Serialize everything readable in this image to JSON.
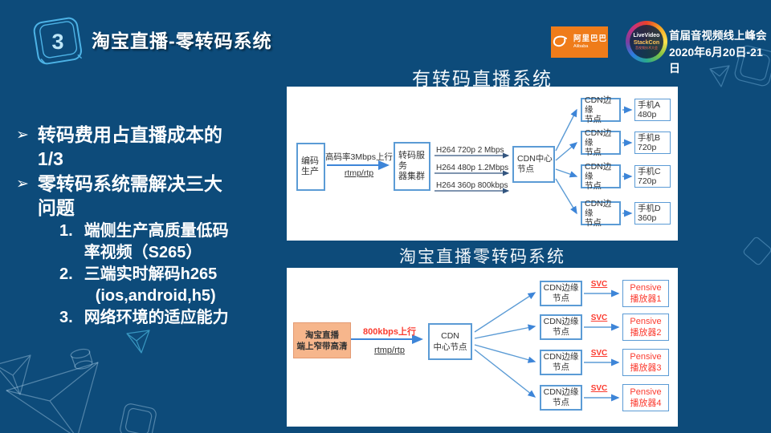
{
  "slide": {
    "header": {
      "number": "3",
      "title": "淘宝直播-零转码系统"
    },
    "logos": {
      "alibaba": {
        "cn": "阿里巴巴",
        "en": "Alibaba"
      },
      "conference": {
        "line1": "LiveVideo",
        "line2": "StackCon",
        "line3": "音视频技术大会"
      },
      "summit": {
        "line1": "首届音视频线上峰会",
        "line2": "2020年6月20日-21日"
      }
    },
    "bullets": [
      {
        "marker": "➢",
        "lines": [
          "转码费用占直播成本的",
          "1/3"
        ]
      },
      {
        "marker": "➢",
        "lines": [
          "零转码系统需解决三大",
          "问题"
        ]
      }
    ],
    "numbered": [
      {
        "num": "1.",
        "lines": [
          "端侧生产高质量低码",
          "率视频（S265）"
        ]
      },
      {
        "num": "2.",
        "lines": [
          "三端实时解码h265",
          "(ios,android,h5)"
        ]
      },
      {
        "num": "3.",
        "lines": [
          "网络环境的适应能力"
        ]
      }
    ]
  },
  "diagram_top": {
    "title": "有转码直播系统",
    "encoder": {
      "line1": "编码",
      "line2": "生产"
    },
    "uplink": {
      "label": "高码率3Mbps上行",
      "proto": "rtmp/rtp"
    },
    "transcoder": {
      "line1": "转码服务",
      "line2": "器集群"
    },
    "streams": [
      "H264 720p 2 Mbps",
      "H264 480p 1.2Mbps",
      "H264 360p 800kbps"
    ],
    "cdn_center": {
      "line1": "CDN中心",
      "line2": "节点"
    },
    "edge": {
      "line1": "CDN边缘",
      "line2": "节点"
    },
    "phones": [
      {
        "name": "手机A",
        "res": "480p"
      },
      {
        "name": "手机B",
        "res": "720p"
      },
      {
        "name": "手机C",
        "res": "720p"
      },
      {
        "name": "手机D",
        "res": "360p"
      }
    ]
  },
  "diagram_bottom": {
    "title": "淘宝直播零转码系统",
    "source": {
      "line1": "淘宝直播",
      "line2": "端上窄带高清"
    },
    "uplink": {
      "label": "800kbps上行",
      "proto": "rtmp/rtp"
    },
    "cdn_center": {
      "line1": "CDN",
      "line2": "中心节点"
    },
    "edge": {
      "line1": "CDN边缘",
      "line2": "节点"
    },
    "svc": "SVC",
    "players": [
      {
        "line1": "Pensive",
        "line2": "播放器1"
      },
      {
        "line1": "Pensive",
        "line2": "播放器2"
      },
      {
        "line1": "Pensive",
        "line2": "播放器3"
      },
      {
        "line1": "Pensive",
        "line2": "播放器4"
      }
    ]
  },
  "colors": {
    "background": "#0d4b7a",
    "panel": "#ffffff",
    "box_border": "#5b9bd5",
    "arrow_blue": "#3d85d8",
    "dark_line": "#333333",
    "red": "#fb3b2f",
    "alibaba_orange": "#ef7c1a",
    "source_fill": "#f6b68c",
    "keycap_blue": "#4db3e6"
  }
}
